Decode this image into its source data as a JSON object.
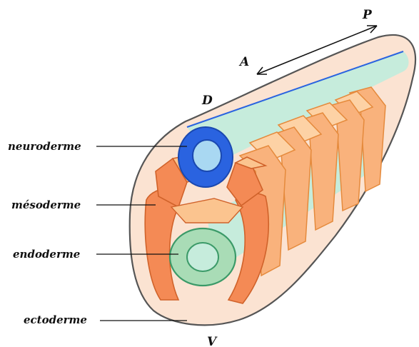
{
  "labels": {
    "neuroderme": "neuroderme",
    "mesoderme": "mésoderme",
    "endoderme": "endoderme",
    "ectoderme": "ectoderme"
  },
  "axes": {
    "posterior": "P",
    "anterior": "A",
    "dorsal": "D",
    "ventral": "V"
  },
  "colors": {
    "ectoderm_fill": "#fbe3d2",
    "outline": "#555555",
    "neural_tube": "#2a63e0",
    "neural_lumen": "#a9d8f2",
    "notochord_band": "#c6ecdc",
    "mesoderm": "#f48a55",
    "mesoderm_somites": "#fbc48f",
    "endoderm": "#3b9a68",
    "endoderm_fill": "#a9dcb6"
  }
}
